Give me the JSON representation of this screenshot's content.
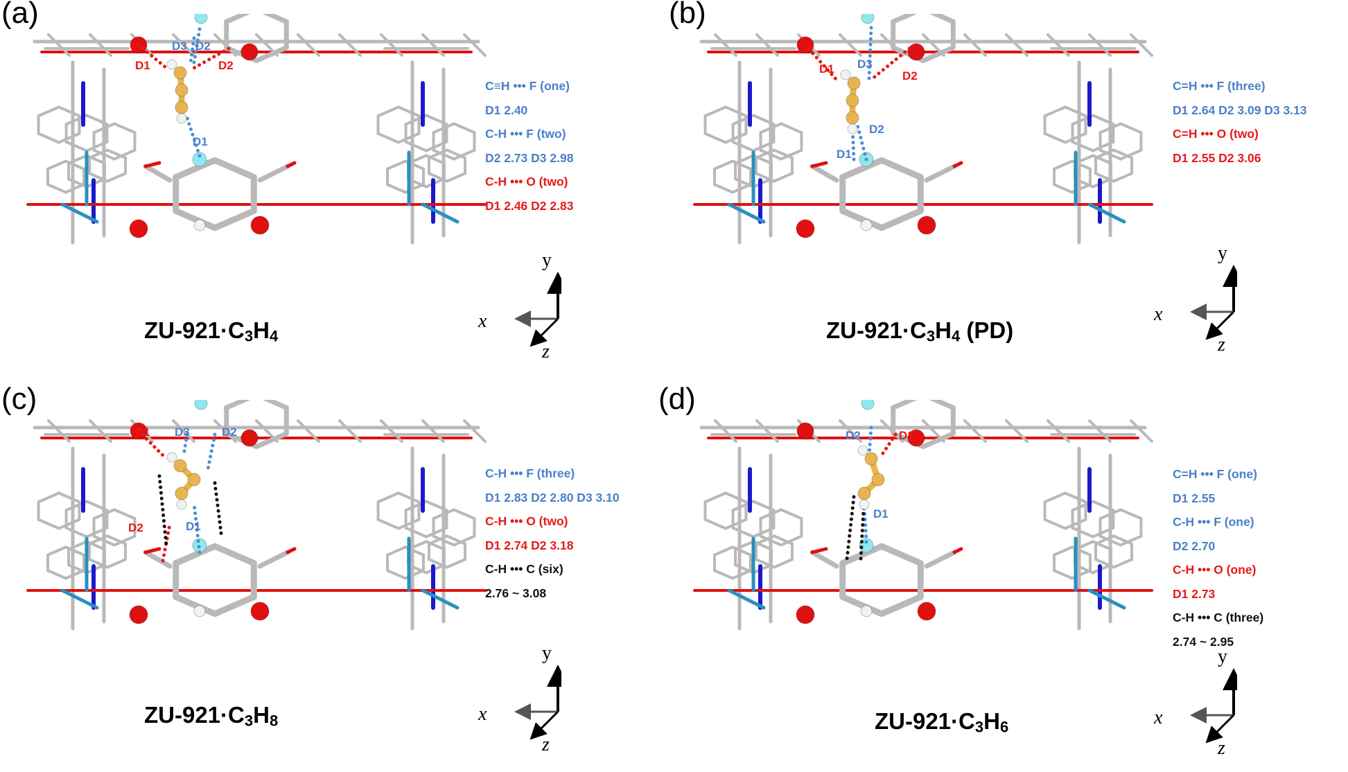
{
  "panels": [
    {
      "letter": "(a)",
      "caption_main": "ZU-921·C",
      "caption_sub1": "3",
      "caption_mid": "H",
      "caption_sub2": "4",
      "caption_suffix": "",
      "distance_labels": [
        {
          "text": "D1",
          "color": "#e81818"
        },
        {
          "text": "D2",
          "color": "#e81818"
        },
        {
          "text": "D3",
          "color": "#4a7fc9"
        },
        {
          "text": "D2",
          "color": "#4a7fc9"
        },
        {
          "text": "D1",
          "color": "#4a7fc9"
        }
      ],
      "legend": [
        {
          "text": "C≡H ••• F (one)",
          "color": "blue"
        },
        {
          "text": "D1 2.40",
          "color": "blue"
        },
        {
          "text": "C-H ••• F (two)",
          "color": "blue"
        },
        {
          "text": "D2 2.73  D3 2.98",
          "color": "blue"
        },
        {
          "text": "C-H ••• O (two)",
          "color": "red"
        },
        {
          "text": "D1 2.46  D2 2.83",
          "color": "red"
        }
      ],
      "axes": {
        "x": "x",
        "y": "y",
        "z": "z"
      }
    },
    {
      "letter": "(b)",
      "caption_main": "ZU-921·C",
      "caption_sub1": "3",
      "caption_mid": "H",
      "caption_sub2": "4",
      "caption_suffix": " (PD)",
      "distance_labels": [
        {
          "text": "D1",
          "color": "#e81818"
        },
        {
          "text": "D2",
          "color": "#e81818"
        },
        {
          "text": "D3",
          "color": "#4a7fc9"
        },
        {
          "text": "D2",
          "color": "#4a7fc9"
        },
        {
          "text": "D1",
          "color": "#4a7fc9"
        }
      ],
      "legend": [
        {
          "text": "C=H ••• F (three)",
          "color": "blue"
        },
        {
          "text": "D1 2.64  D2 3.09  D3 3.13",
          "color": "blue"
        },
        {
          "text": "C=H ••• O (two)",
          "color": "red"
        },
        {
          "text": "D1 2.55   D2 3.06",
          "color": "red"
        }
      ],
      "axes": {
        "x": "x",
        "y": "y",
        "z": "z"
      }
    },
    {
      "letter": "(c)",
      "caption_main": "ZU-921·C",
      "caption_sub1": "3",
      "caption_mid": "H",
      "caption_sub2": "8",
      "caption_suffix": "",
      "distance_labels": [
        {
          "text": "D1",
          "color": "#e81818"
        },
        {
          "text": "D3",
          "color": "#4a7fc9"
        },
        {
          "text": "D2",
          "color": "#4a7fc9"
        },
        {
          "text": "D2",
          "color": "#e81818"
        },
        {
          "text": "D1",
          "color": "#4a7fc9"
        }
      ],
      "legend": [
        {
          "text": "C-H ••• F (three)",
          "color": "blue"
        },
        {
          "text": "D1 2.83  D2 2.80  D3 3.10",
          "color": "blue"
        },
        {
          "text": "C-H ••• O (two)",
          "color": "red"
        },
        {
          "text": "D1 2.74   D2 3.18",
          "color": "red"
        },
        {
          "text": "C-H ••• C (six)",
          "color": "black"
        },
        {
          "text": "2.76 ~ 3.08",
          "color": "black"
        }
      ],
      "axes": {
        "x": "x",
        "y": "y",
        "z": "z"
      }
    },
    {
      "letter": "(d)",
      "caption_main": "ZU-921·C",
      "caption_sub1": "3",
      "caption_mid": "H",
      "caption_sub2": "6",
      "caption_suffix": "",
      "distance_labels": [
        {
          "text": "D2",
          "color": "#4a7fc9"
        },
        {
          "text": "D1",
          "color": "#e81818"
        },
        {
          "text": "D1",
          "color": "#4a7fc9"
        }
      ],
      "legend": [
        {
          "text": "C=H ••• F (one)",
          "color": "blue"
        },
        {
          "text": "D1 2.55",
          "color": "blue"
        },
        {
          "text": "C-H ••• F (one)",
          "color": "blue"
        },
        {
          "text": "D2 2.70",
          "color": "blue"
        },
        {
          "text": "C-H ••• O (one)",
          "color": "red"
        },
        {
          "text": "D1 2.73",
          "color": "red"
        },
        {
          "text": "C-H ••• C (three)",
          "color": "black"
        },
        {
          "text": "2.74 ~ 2.95",
          "color": "black"
        }
      ],
      "axes": {
        "x": "x",
        "y": "y",
        "z": "z"
      }
    }
  ],
  "colors": {
    "carbon": "#b9b9b9",
    "oxygen": "#e01010",
    "nitrogen": "#1a1acc",
    "fluorine": "#8fe8ee",
    "metal": "#2a8fc0",
    "guest_carbon": "#e8b450",
    "hydrogen": "#f2f2f2",
    "hbond_f": "#4a90d0",
    "hbond_o": "#e81818",
    "hbond_c": "#111111"
  }
}
